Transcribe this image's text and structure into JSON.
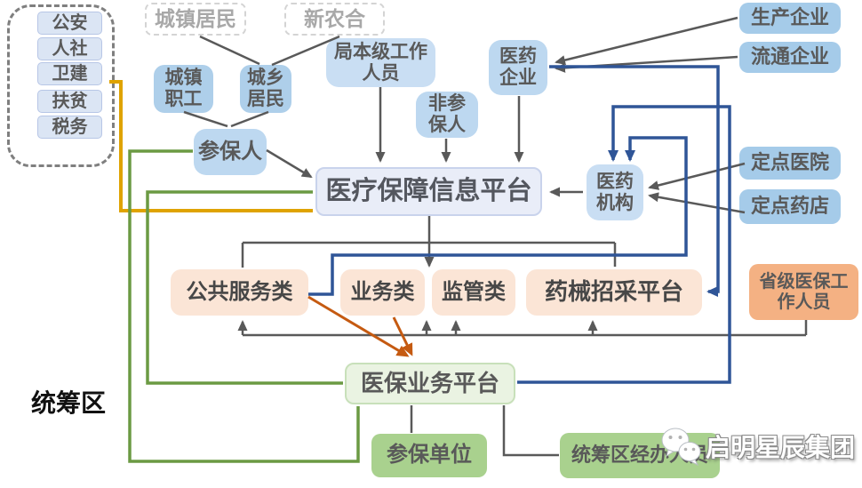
{
  "colors": {
    "gray_line": "#595959",
    "blue_line": "#2F5597",
    "green_line": "#6B9A43",
    "yellow_line": "#DFA300",
    "orange_line": "#C55A11",
    "blue_box": "#AECFEA",
    "blue_box_soft": "#BDD8F0",
    "blue_box_right": "#A5CBE9",
    "platform_box": "#E9EDF8",
    "peach_box": "#FBE5D6",
    "orange_box": "#F4B183",
    "green_box": "#A9D18E",
    "green_box_light": "#EAF3E2"
  },
  "nodes": {
    "gov": [
      "公安",
      "人社",
      "卫建",
      "扶贫",
      "税务"
    ],
    "urban_residents": "城镇居民",
    "new_rural": "新农合",
    "urban_workers": "城镇职工",
    "urban_rural_residents": "城乡居民",
    "bureau_staff": "局本级工作人员",
    "non_insured": "非参保人",
    "pharma_enterprise": "医药企业",
    "insured_person": "参保人",
    "info_platform": "医疗保障信息平台",
    "pharma_org": "医药机构",
    "production_enterprise": "生产企业",
    "circulation_enterprise": "流通企业",
    "designated_hospital": "定点医院",
    "designated_pharmacy": "定点药店",
    "public_service": "公共服务类",
    "business": "业务类",
    "supervision": "监管类",
    "procurement_platform": "药械招采平台",
    "provincial_staff": "省级医保工作人员",
    "mi_business_platform": "医保业务平台",
    "insured_unit": "参保单位",
    "coordination_staff": "统筹区经办人员"
  },
  "labels": {
    "coordination_area": "统筹区"
  },
  "watermark": {
    "text": "启明星辰集团",
    "icon": "wechat-icon"
  },
  "connections": [
    {
      "from": "城镇居民",
      "to": "城乡居民",
      "style": "gray"
    },
    {
      "from": "新农合",
      "to": "城乡居民",
      "style": "gray"
    },
    {
      "from": "城镇职工",
      "to": "参保人",
      "style": "gray"
    },
    {
      "from": "城乡居民",
      "to": "参保人",
      "style": "gray"
    },
    {
      "from": "参保人",
      "to": "医疗保障信息平台",
      "style": "gray-arrow"
    },
    {
      "from": "局本级工作人员",
      "to": "医疗保障信息平台",
      "style": "gray-arrow"
    },
    {
      "from": "非参保人",
      "to": "医疗保障信息平台",
      "style": "gray-arrow"
    },
    {
      "from": "医药企业",
      "to": "医疗保障信息平台",
      "style": "gray-arrow"
    },
    {
      "from": "生产企业",
      "to": "医药企业",
      "style": "gray-arrow"
    },
    {
      "from": "流通企业",
      "to": "医药企业",
      "style": "gray-arrow"
    },
    {
      "from": "定点医院",
      "to": "医药机构",
      "style": "gray-arrow"
    },
    {
      "from": "定点药店",
      "to": "医药机构",
      "style": "gray-arrow"
    },
    {
      "from": "医药机构",
      "to": "医疗保障信息平台",
      "style": "gray-arrow"
    },
    {
      "from": "医疗保障信息平台",
      "to": "公共服务类/业务类/监管类/药械招采平台",
      "style": "gray-connector"
    },
    {
      "from": "省级医保工作人员",
      "to": "公共服务类/业务类/监管类/药械招采平台",
      "style": "gray-arrows-up"
    },
    {
      "from": "公安人社卫建扶贫税务",
      "to": "医疗保障信息平台",
      "style": "yellow"
    },
    {
      "from": "医保业务平台",
      "to": "医疗保障信息平台",
      "style": "green"
    },
    {
      "from": "医保业务平台",
      "to": "参保人",
      "style": "green"
    },
    {
      "from": "医药企业",
      "to": "药械招采平台",
      "style": "blue-arrow"
    },
    {
      "from": "医保业务平台",
      "to": "医药机构",
      "style": "blue-arrow"
    },
    {
      "from": "公共服务类",
      "to": "医药机构",
      "style": "blue-arrow"
    },
    {
      "from": "公共服务类",
      "to": "医保业务平台",
      "style": "orange-arrow"
    },
    {
      "from": "业务类",
      "to": "医保业务平台",
      "style": "orange-arrow"
    },
    {
      "from": "医保业务平台",
      "to": "参保单位",
      "style": "gray"
    },
    {
      "from": "医保业务平台",
      "to": "统筹区经办人员",
      "style": "gray"
    }
  ]
}
